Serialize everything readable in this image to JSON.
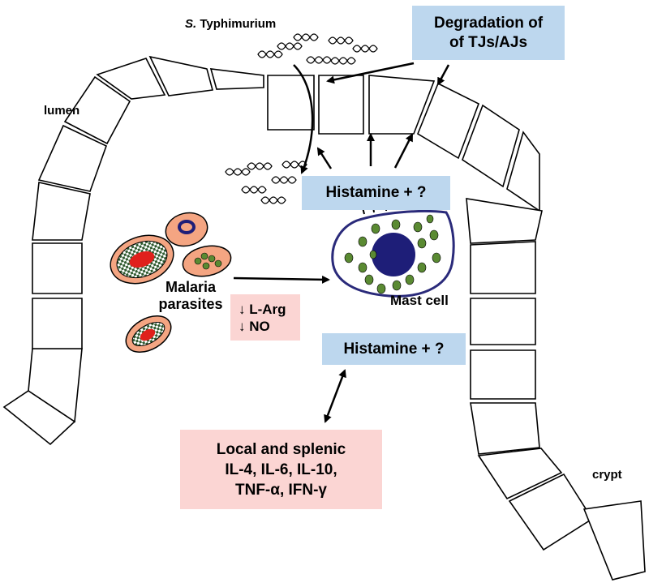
{
  "labels": {
    "bacteria_italic": "S.",
    "bacteria_rest": "Typhimurium",
    "lumen": "lumen",
    "crypt": "crypt",
    "mast_cell": "Mast cell",
    "malaria_line1": "Malaria",
    "malaria_line2": "parasites"
  },
  "boxes": {
    "degradation": {
      "line1": "Degradation of",
      "line2": "of TJs/AJs"
    },
    "histamine_upper": "Histamine + ?",
    "histamine_lower": "Histamine + ?",
    "larg": {
      "line1": "↓ L-Arg",
      "line2": "↓ NO"
    },
    "cytokines": {
      "line1": "Local and splenic",
      "line2": "IL-4, IL-6, IL-10,",
      "line3": "TNF-α, IFN-γ"
    }
  },
  "colors": {
    "box_blue": "#bdd7ee",
    "box_pink": "#fbd5d3",
    "rbc_fill": "#f4a582",
    "mast_outline": "#2a2a7a",
    "nucleus": "#1e1e78",
    "granule": "#5a8a32",
    "parasite_red": "#e0201c"
  }
}
